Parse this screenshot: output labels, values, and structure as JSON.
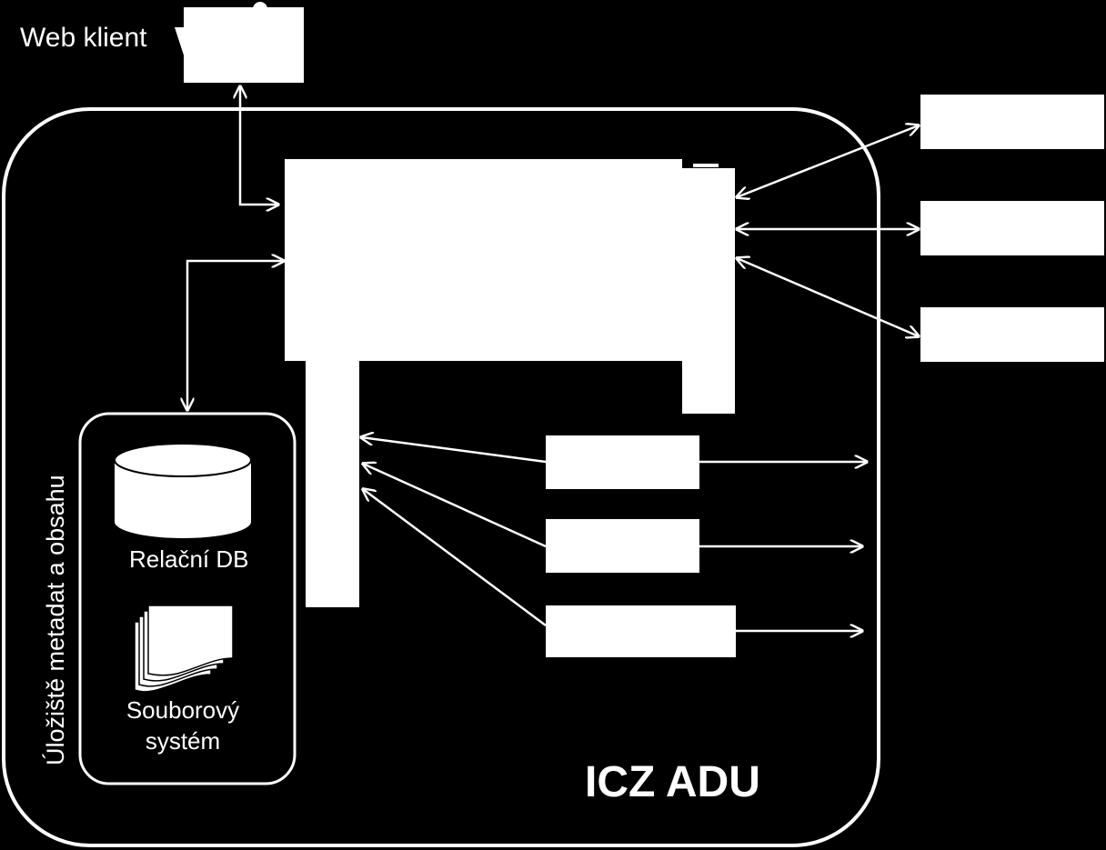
{
  "diagram": {
    "web_client_label": "Web klient",
    "relational_db_label": "Relační DB",
    "file_system_label": "Souborový systém",
    "storage_label": "Úložiště  metadat  a obsahu",
    "system_title": "ICZ ADU"
  },
  "colors": {
    "background": "#000000",
    "foreground": "#ffffff"
  }
}
